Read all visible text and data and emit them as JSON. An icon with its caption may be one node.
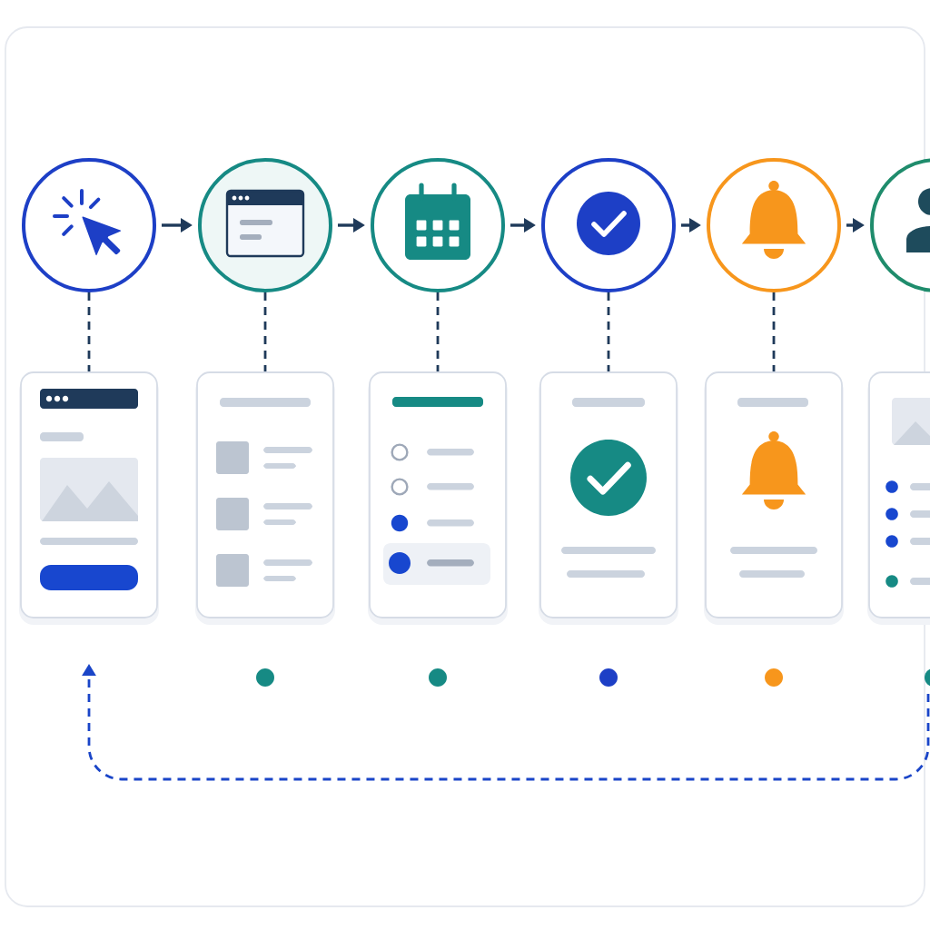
{
  "diagram": {
    "nodes": [
      {
        "text": [],
        "shape": "circle"
      },
      {
        "text": [],
        "shape": "circle"
      },
      {
        "text": [],
        "shape": "circle"
      },
      {
        "text": [],
        "shape": "circle"
      },
      {
        "text": [],
        "shape": "circle"
      },
      {
        "text": [],
        "shape": "circle"
      },
      {
        "text": [],
        "shape": "box"
      },
      {
        "text": [],
        "shape": "box"
      },
      {
        "text": [],
        "shape": "box"
      },
      {
        "text": [],
        "shape": "box"
      },
      {
        "text": [],
        "shape": "box"
      },
      {
        "text": [],
        "shape": "box"
      }
    ],
    "edges": [
      {
        "from": 0,
        "to": 1,
        "arrow": "to"
      },
      {
        "from": 1,
        "to": 2,
        "arrow": "to"
      },
      {
        "from": 2,
        "to": 3,
        "arrow": "to"
      },
      {
        "from": 3,
        "to": 4,
        "arrow": "to"
      },
      {
        "from": 4,
        "to": 5,
        "arrow": "to"
      },
      {
        "from": 0,
        "to": 6,
        "arrow": "none",
        "style": "dashed"
      },
      {
        "from": 1,
        "to": 7,
        "arrow": "none",
        "style": "dashed"
      },
      {
        "from": 2,
        "to": 8,
        "arrow": "none",
        "style": "dashed"
      },
      {
        "from": 3,
        "to": 9,
        "arrow": "none",
        "style": "dashed"
      },
      {
        "from": 4,
        "to": 10,
        "arrow": "none",
        "style": "dashed"
      },
      {
        "from": null,
        "to": 6,
        "arrow": "to",
        "style": "dashed",
        "color": "#1a45c8"
      }
    ]
  }
}
